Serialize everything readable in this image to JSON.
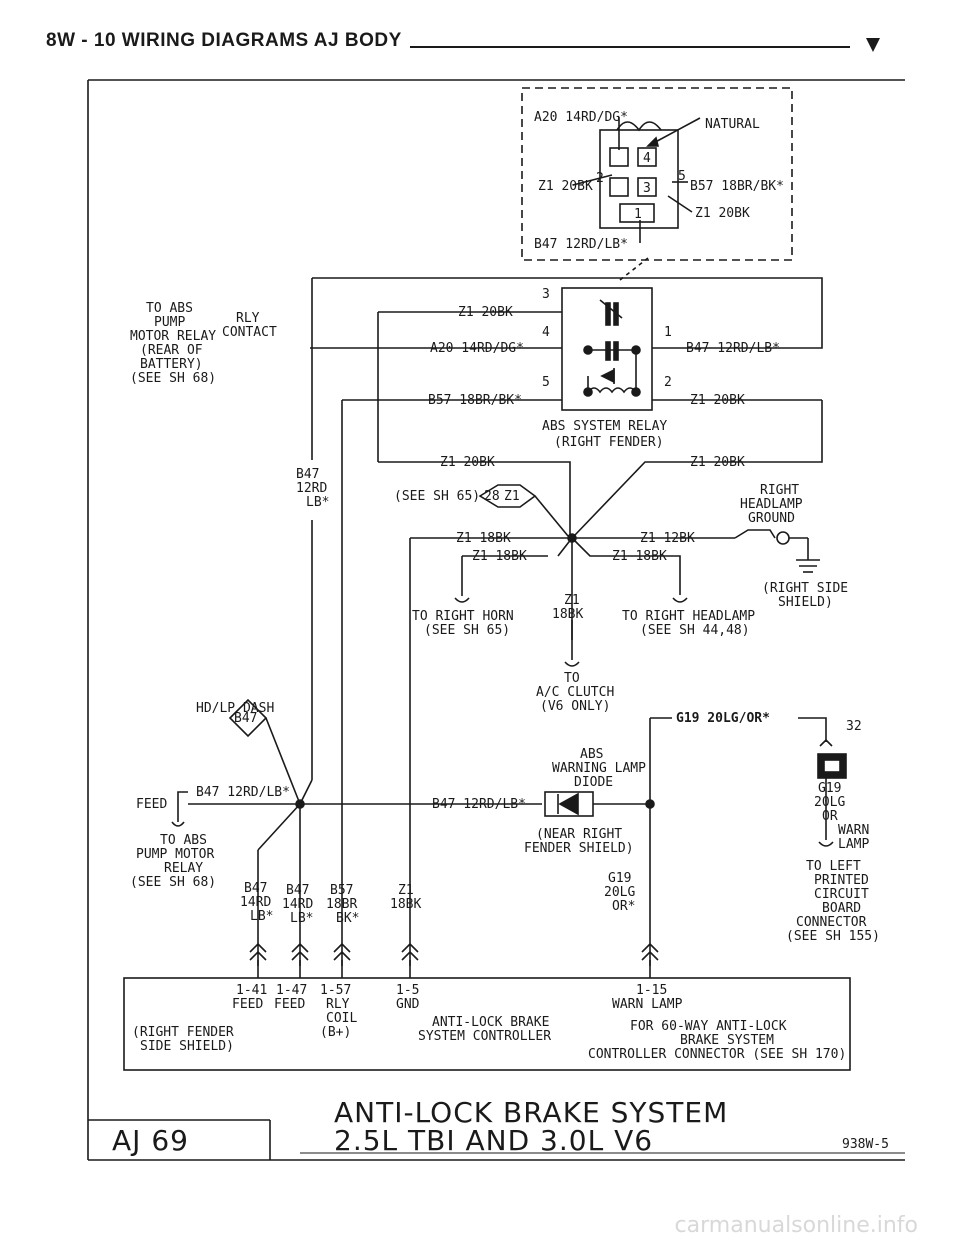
{
  "header": {
    "title": "8W - 10  WIRING DIAGRAMS AJ BODY"
  },
  "connector": {
    "a20": "A20 14RD/DG*",
    "natural": "NATURAL",
    "z1_left": "Z1 20BK",
    "b57": "B57 18BR/BK*",
    "z1_right": "Z1 20BK",
    "b47": "B47 12RD/LB*",
    "pins": [
      "2",
      "4",
      "3",
      "5",
      "1"
    ]
  },
  "abs_relay": {
    "wire_z1_3": "Z1 20BK",
    "wire_a20_4": "A20 14RD/DG*",
    "wire_b57_5": "B57 18BR/BK*",
    "wire_b47_1": "B47 12RD/LB*",
    "wire_z1_2": "Z1 20BK",
    "pins": [
      "3",
      "4",
      "5",
      "1",
      "2"
    ],
    "label1": "ABS SYSTEM RELAY",
    "label2": "(RIGHT FENDER)"
  },
  "left_notes": {
    "to_abs": [
      "TO ABS",
      "PUMP",
      "MOTOR RELAY",
      "(REAR OF",
      "BATTERY)",
      "(SEE SH 68)"
    ],
    "rly_contact": [
      "RLY",
      "CONTACT"
    ],
    "b47": [
      "B47",
      "12RD",
      "LB*"
    ]
  },
  "ground": {
    "z1_lower_left": "Z1 20BK",
    "z1_lower_right": "Z1 20BK",
    "see_sh65": "(SEE SH 65)",
    "splice_28": "28",
    "splice_z1": "Z1",
    "right_headlamp_ground": [
      "RIGHT",
      "HEADLAMP",
      "GROUND"
    ],
    "z1_18bk_a": "Z1 18BK",
    "z1_12bk": "Z1 12BK",
    "z1_18bk_b": "Z1 18BK",
    "z1_18bk_c": "Z1 18BK",
    "right_side_shield": [
      "(RIGHT SIDE",
      "SHIELD)"
    ],
    "z1_vert": [
      "Z1",
      "18BK"
    ],
    "to_horn": [
      "TO RIGHT HORN",
      "(SEE SH 65)"
    ],
    "to_headlamp": [
      "TO RIGHT HEADLAMP",
      "(SEE SH 44,48)"
    ],
    "to_ac": [
      "TO",
      "A/C CLUTCH",
      "(V6 ONLY)"
    ]
  },
  "lamp": {
    "g19": "G19 20LG/OR*",
    "num32": "32",
    "abs_warning": [
      "ABS",
      "WARNING LAMP",
      "DIODE"
    ],
    "g19_right": [
      "G19",
      "20LG",
      "OR"
    ],
    "warn_lamp": [
      "WARN",
      "LAMP"
    ],
    "to_left_pcb": [
      "TO LEFT",
      "PRINTED",
      "CIRCUIT",
      "BOARD",
      "CONNECTOR",
      "(SEE SH 155)"
    ],
    "near_right": [
      "(NEAR RIGHT",
      "FENDER SHIELD)"
    ],
    "g19_vert": [
      "G19",
      "20LG",
      "OR*"
    ]
  },
  "feed": {
    "hdlp_dash": "HD/LP DASH",
    "b47_diamond": "B47",
    "feed_label": "FEED",
    "b47_left": "B47 12RD/LB*",
    "b47_mid": "B47 12RD/LB*",
    "to_abs_pump": [
      "TO ABS",
      "PUMP MOTOR",
      "RELAY",
      "(SEE SH 68)"
    ],
    "wires": [
      [
        "B47",
        "14RD",
        "LB*"
      ],
      [
        "B47",
        "14RD",
        "LB*"
      ],
      [
        "B57",
        "18BR",
        "BK*"
      ],
      [
        "Z1",
        "18BK"
      ]
    ]
  },
  "controller": {
    "pins": [
      [
        "1-41",
        "FEED"
      ],
      [
        "1-47",
        "FEED"
      ],
      [
        "1-57",
        "RLY",
        "COIL",
        "(B+)"
      ],
      [
        "1-5",
        "GND"
      ],
      [
        "1-15",
        "WARN LAMP"
      ]
    ],
    "location": [
      "(RIGHT FENDER",
      "SIDE SHIELD)"
    ],
    "name": [
      "ANTI-LOCK BRAKE",
      "SYSTEM CONTROLLER"
    ],
    "note": [
      "FOR 60-WAY ANTI-LOCK",
      "BRAKE SYSTEM",
      "CONTROLLER CONNECTOR (SEE SH 170)"
    ]
  },
  "title_block": {
    "page_id": "AJ 69",
    "title1": "ANTI-LOCK BRAKE SYSTEM",
    "title2": "2.5L TBI AND 3.0L V6",
    "code": "938W-5"
  },
  "footer": {
    "watermark": "carmanualsonline.info"
  }
}
